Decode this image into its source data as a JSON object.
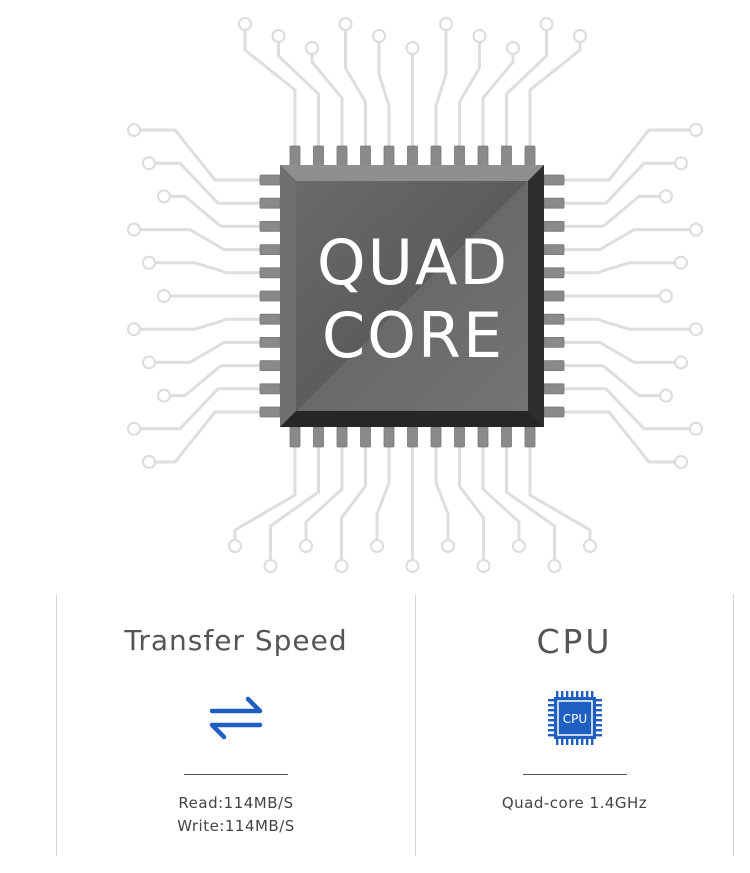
{
  "hero": {
    "chip_line1": "QUAD",
    "chip_line2": "CORE"
  },
  "specs": [
    {
      "title": "Transfer Speed",
      "icon": "transfer-arrows-icon",
      "lines": [
        "Read:114MB/S",
        "Write:114MB/S"
      ]
    },
    {
      "title": "CPU",
      "icon": "cpu-chip-icon",
      "icon_text": "CPU",
      "lines": [
        "Quad-core 1.4GHz"
      ]
    }
  ],
  "colors": {
    "accent": "#1f5fc2",
    "chip": "#5a5a5a",
    "trace": "#d9d9d9"
  }
}
